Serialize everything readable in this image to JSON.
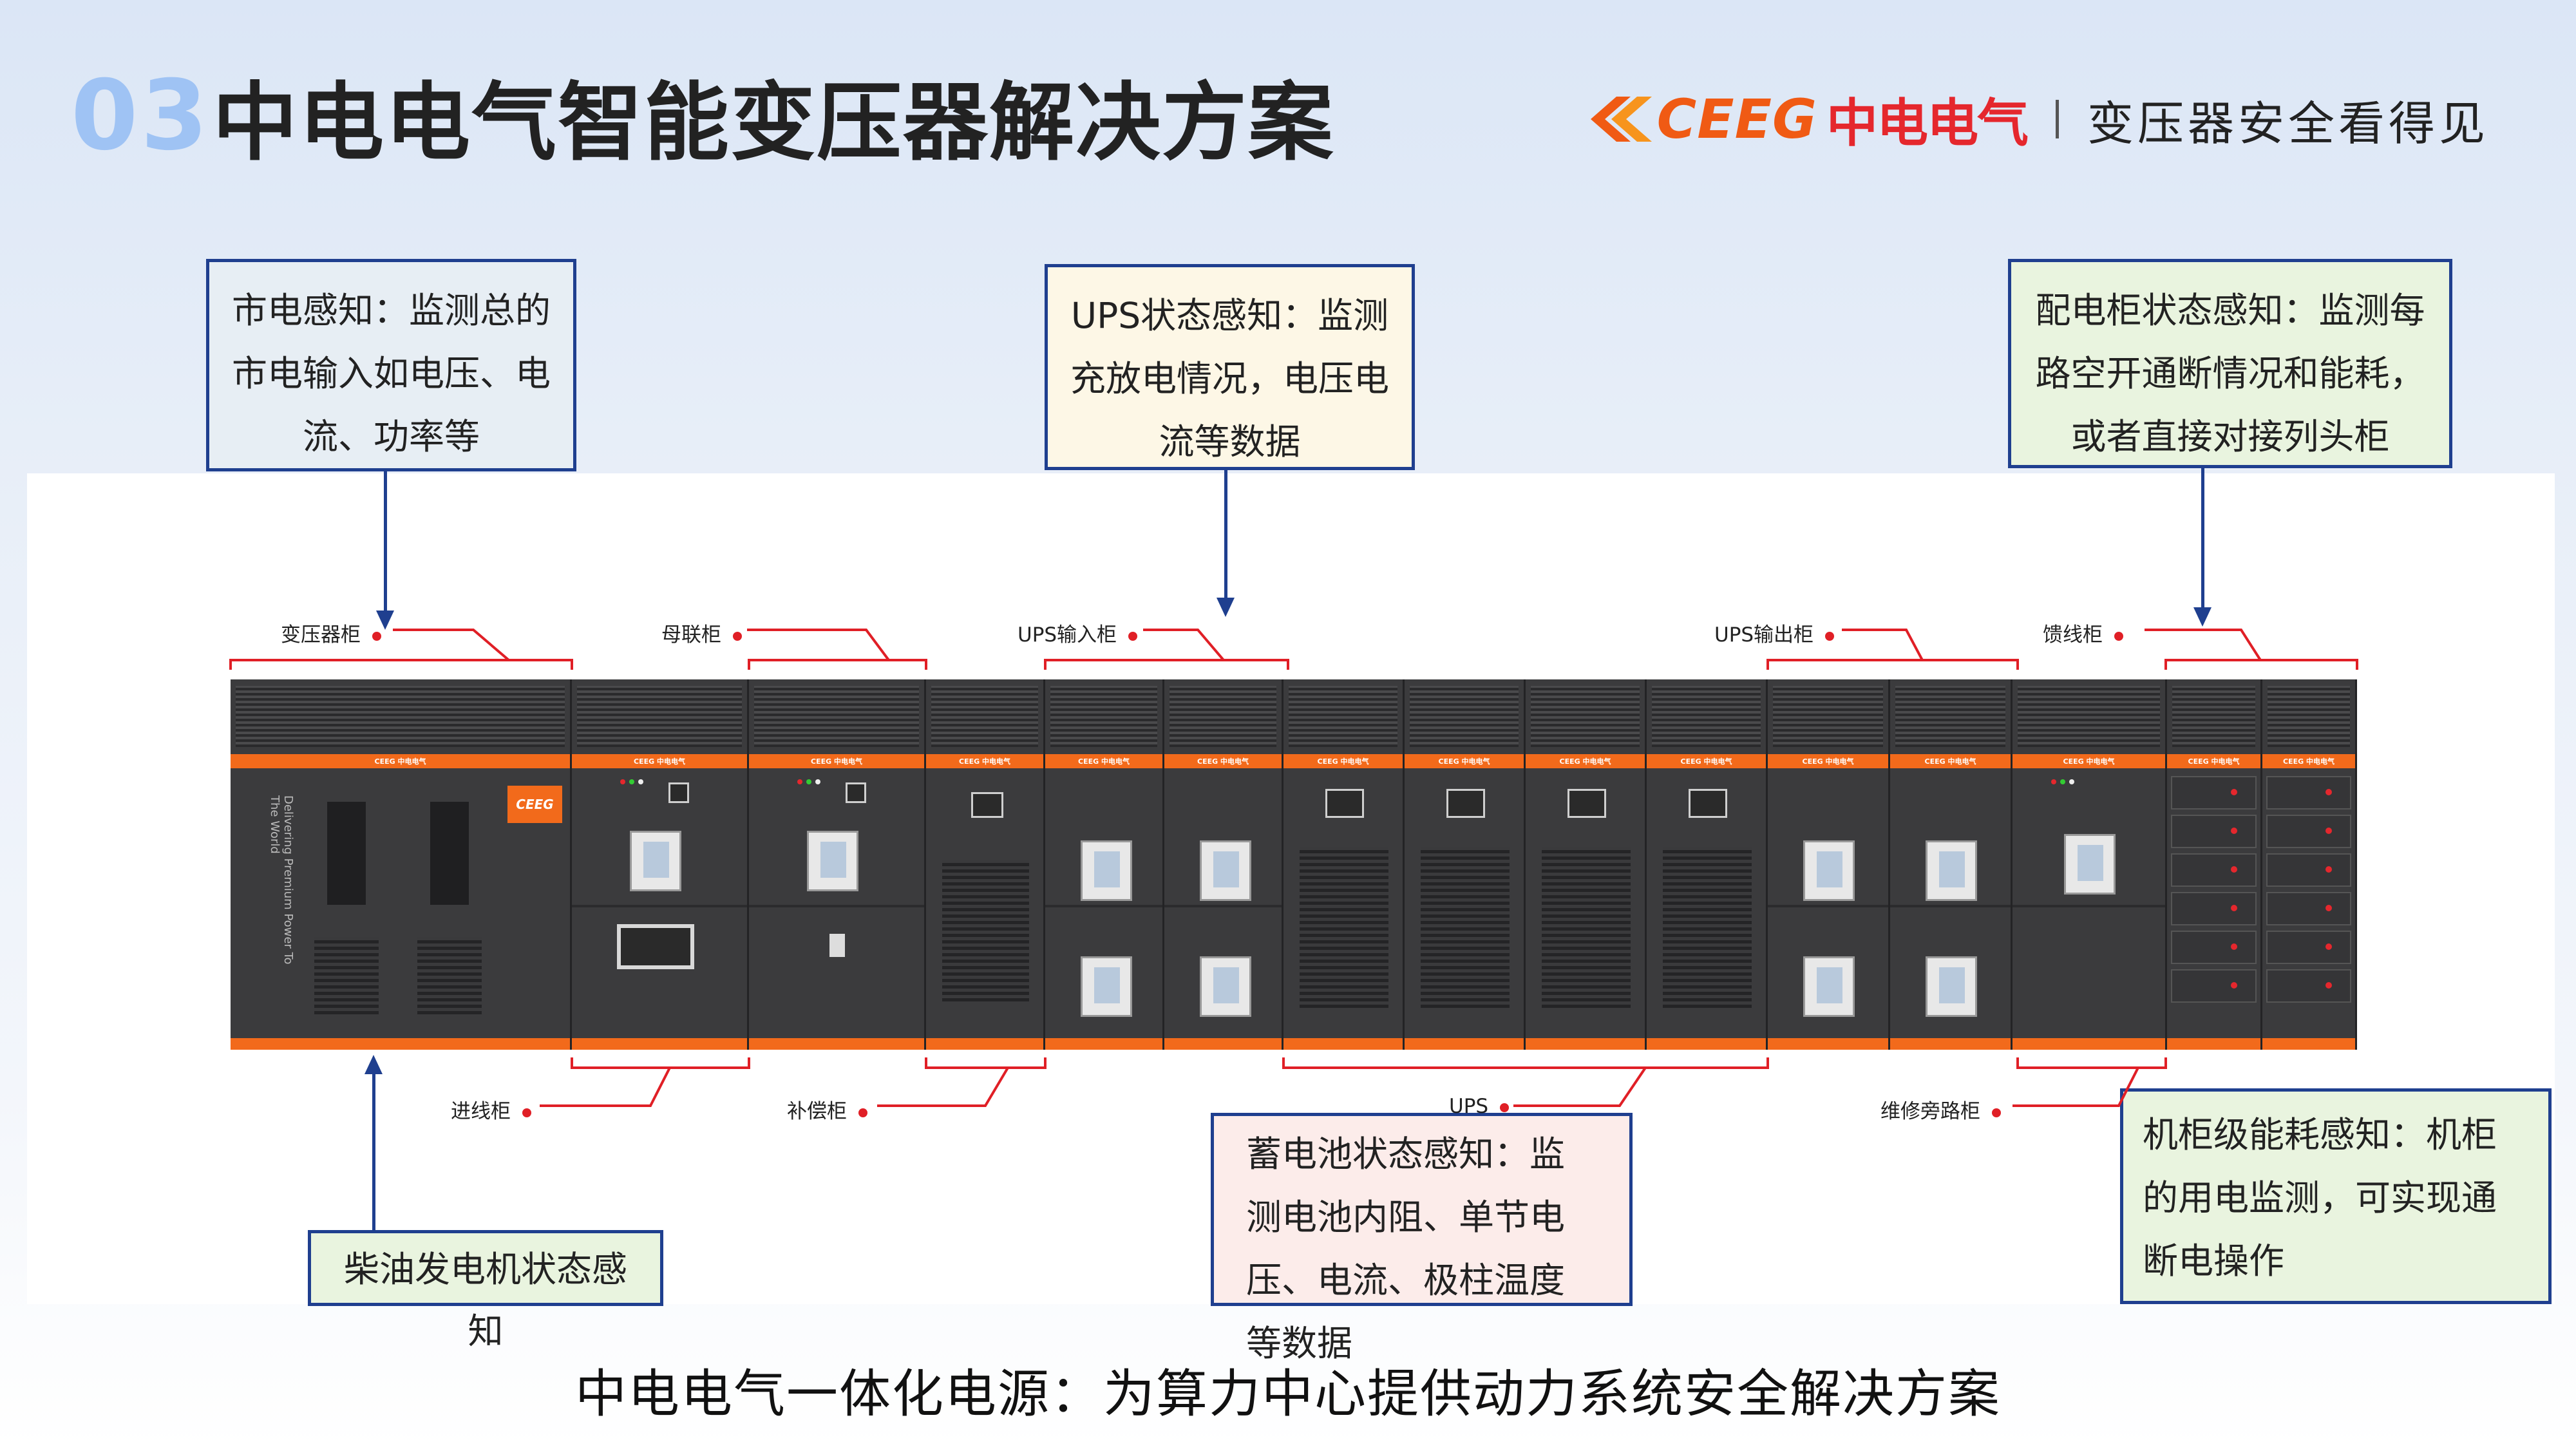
{
  "header": {
    "number": "03",
    "title": "中电电气智能变压器解决方案",
    "brand_en": "CEEG",
    "brand_cn": "中电电气",
    "slogan": "变压器安全看得见"
  },
  "callouts": {
    "mains": "市电感知：监测总的市电输入如电压、电流、功率等",
    "ups": "UPS状态感知：监测充放电情况，电压电流等数据",
    "distribution": "配电柜状态感知：监测每路空开通断情况和能耗，或者直接对接列头柜",
    "diesel": "柴油发电机状态感知",
    "battery": "蓄电池状态感知：监测电池内阻、单节电压、电流、极柱温度等数据",
    "rack_energy": "机柜级能耗感知：机柜的用电监测，可实现通断电操作"
  },
  "cabinet_labels_top": {
    "transformer": "变压器柜",
    "bus_tie": "母联柜",
    "ups_input": "UPS输入柜",
    "ups_output": "UPS输出柜",
    "feeder": "馈线柜"
  },
  "cabinet_labels_bottom": {
    "incoming": "进线柜",
    "compensation": "补偿柜",
    "ups": "UPS",
    "bypass": "维修旁路柜"
  },
  "cabinet_branding": {
    "stripe_text": "CEEG 中电电气",
    "badge_text": "CEEG",
    "vertical_text": "Delivering Premium Power To The World"
  },
  "colors": {
    "accent_blue": "#1f3f8f",
    "number_blue": "#9fc3f4",
    "brand_orange": "#f05a14",
    "brand_red": "#e5272d",
    "label_red": "#e01f26"
  },
  "footer": {
    "caption": "中电电气一体化电源：为算力中心提供动力系统安全解决方案"
  }
}
